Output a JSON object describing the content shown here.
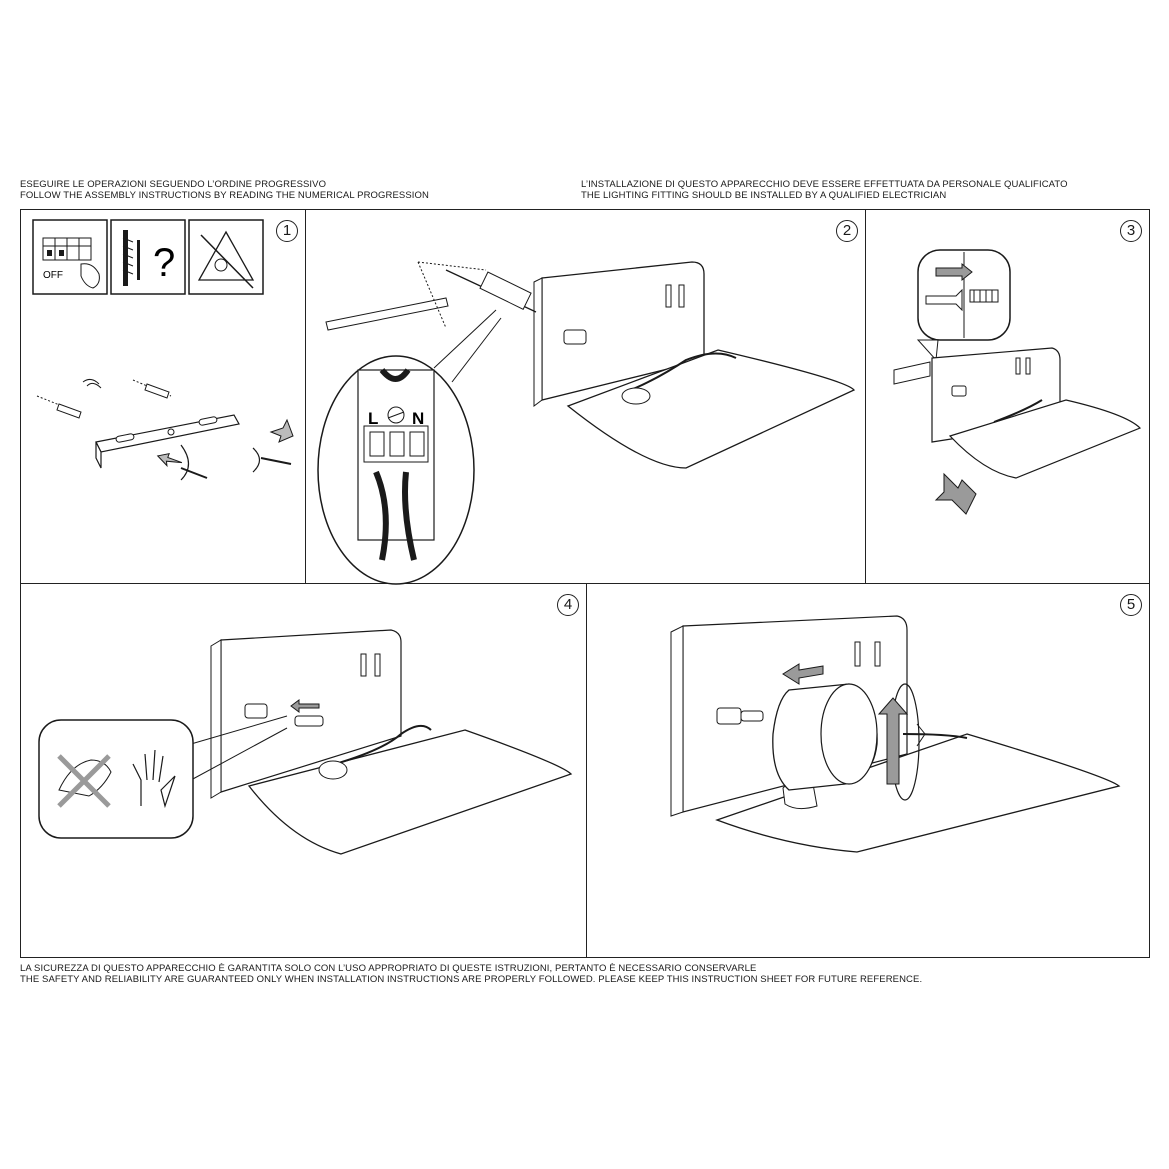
{
  "header": {
    "left_line1": "ESEGUIRE LE OPERAZIONI SEGUENDO L’ORDINE PROGRESSIVO",
    "left_line2": "FOLLOW THE ASSEMBLY INSTRUCTIONS BY READING THE NUMERICAL PROGRESSION",
    "right_line1": "L’INSTALLAZIONE DI QUESTO APPARECCHIO DEVE ESSERE EFFETTUATA DA PERSONALE QUALIFICATO",
    "right_line2": "THE LIGHTING FITTING SHOULD BE INSTALLED BY A QUALIFIED ELECTRICIAN"
  },
  "footer": {
    "line1": "LA SICUREZZA DI QUESTO APPARECCHIO È GARANTITA SOLO CON L’USO APPROPRIATO DI QUESTE ISTRUZIONI, PERTANTO È NECESSARIO CONSERVARLE",
    "line2": "THE SAFETY AND RELIABILITY ARE GUARANTEED ONLY WHEN INSTALLATION INSTRUCTIONS ARE PROPERLY FOLLOWED. PLEASE KEEP THIS INSTRUCTION SHEET FOR FUTURE REFERENCE."
  },
  "steps": [
    {
      "number": "1"
    },
    {
      "number": "2"
    },
    {
      "number": "3"
    },
    {
      "number": "4"
    },
    {
      "number": "5"
    }
  ],
  "step1": {
    "breaker_label": "OFF",
    "question_mark": "?"
  },
  "step2": {
    "terminal_live": "L",
    "terminal_neutral": "N"
  },
  "colors": {
    "line": "#1a1a1a",
    "arrow_fill": "#9a9a9a",
    "inset_bg": "#f4f4f4"
  }
}
